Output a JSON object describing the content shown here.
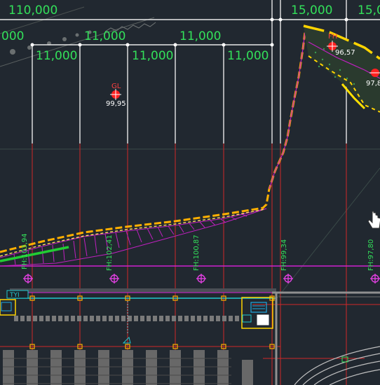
{
  "drawing": {
    "dimensions": {
      "top_left": "110,000",
      "top_right_a": "15,000",
      "top_right_b": "15,0",
      "row2": [
        "000",
        "11,000",
        "11,000"
      ],
      "row3": [
        "11,000",
        "11,000",
        "11,000"
      ]
    },
    "level_markers": [
      {
        "tag": "GL",
        "value": "99,95"
      },
      {
        "tag": "FH",
        "value": "96,57"
      },
      {
        "tag": "",
        "value": "97,8"
      }
    ],
    "floor_heights": [
      "FH:103,94",
      "FH:102,41",
      "FH:100,87",
      "FH:99,34",
      "FH:97,80"
    ],
    "table_tag": "TYI",
    "colors": {
      "background": "#212830",
      "dimension_text": "#33e05a",
      "grid_axis": "#e03030",
      "boundary_magenta": "#d020d0",
      "contour_yellow": "#ffd400",
      "building_block": "#6a6a6a"
    }
  }
}
